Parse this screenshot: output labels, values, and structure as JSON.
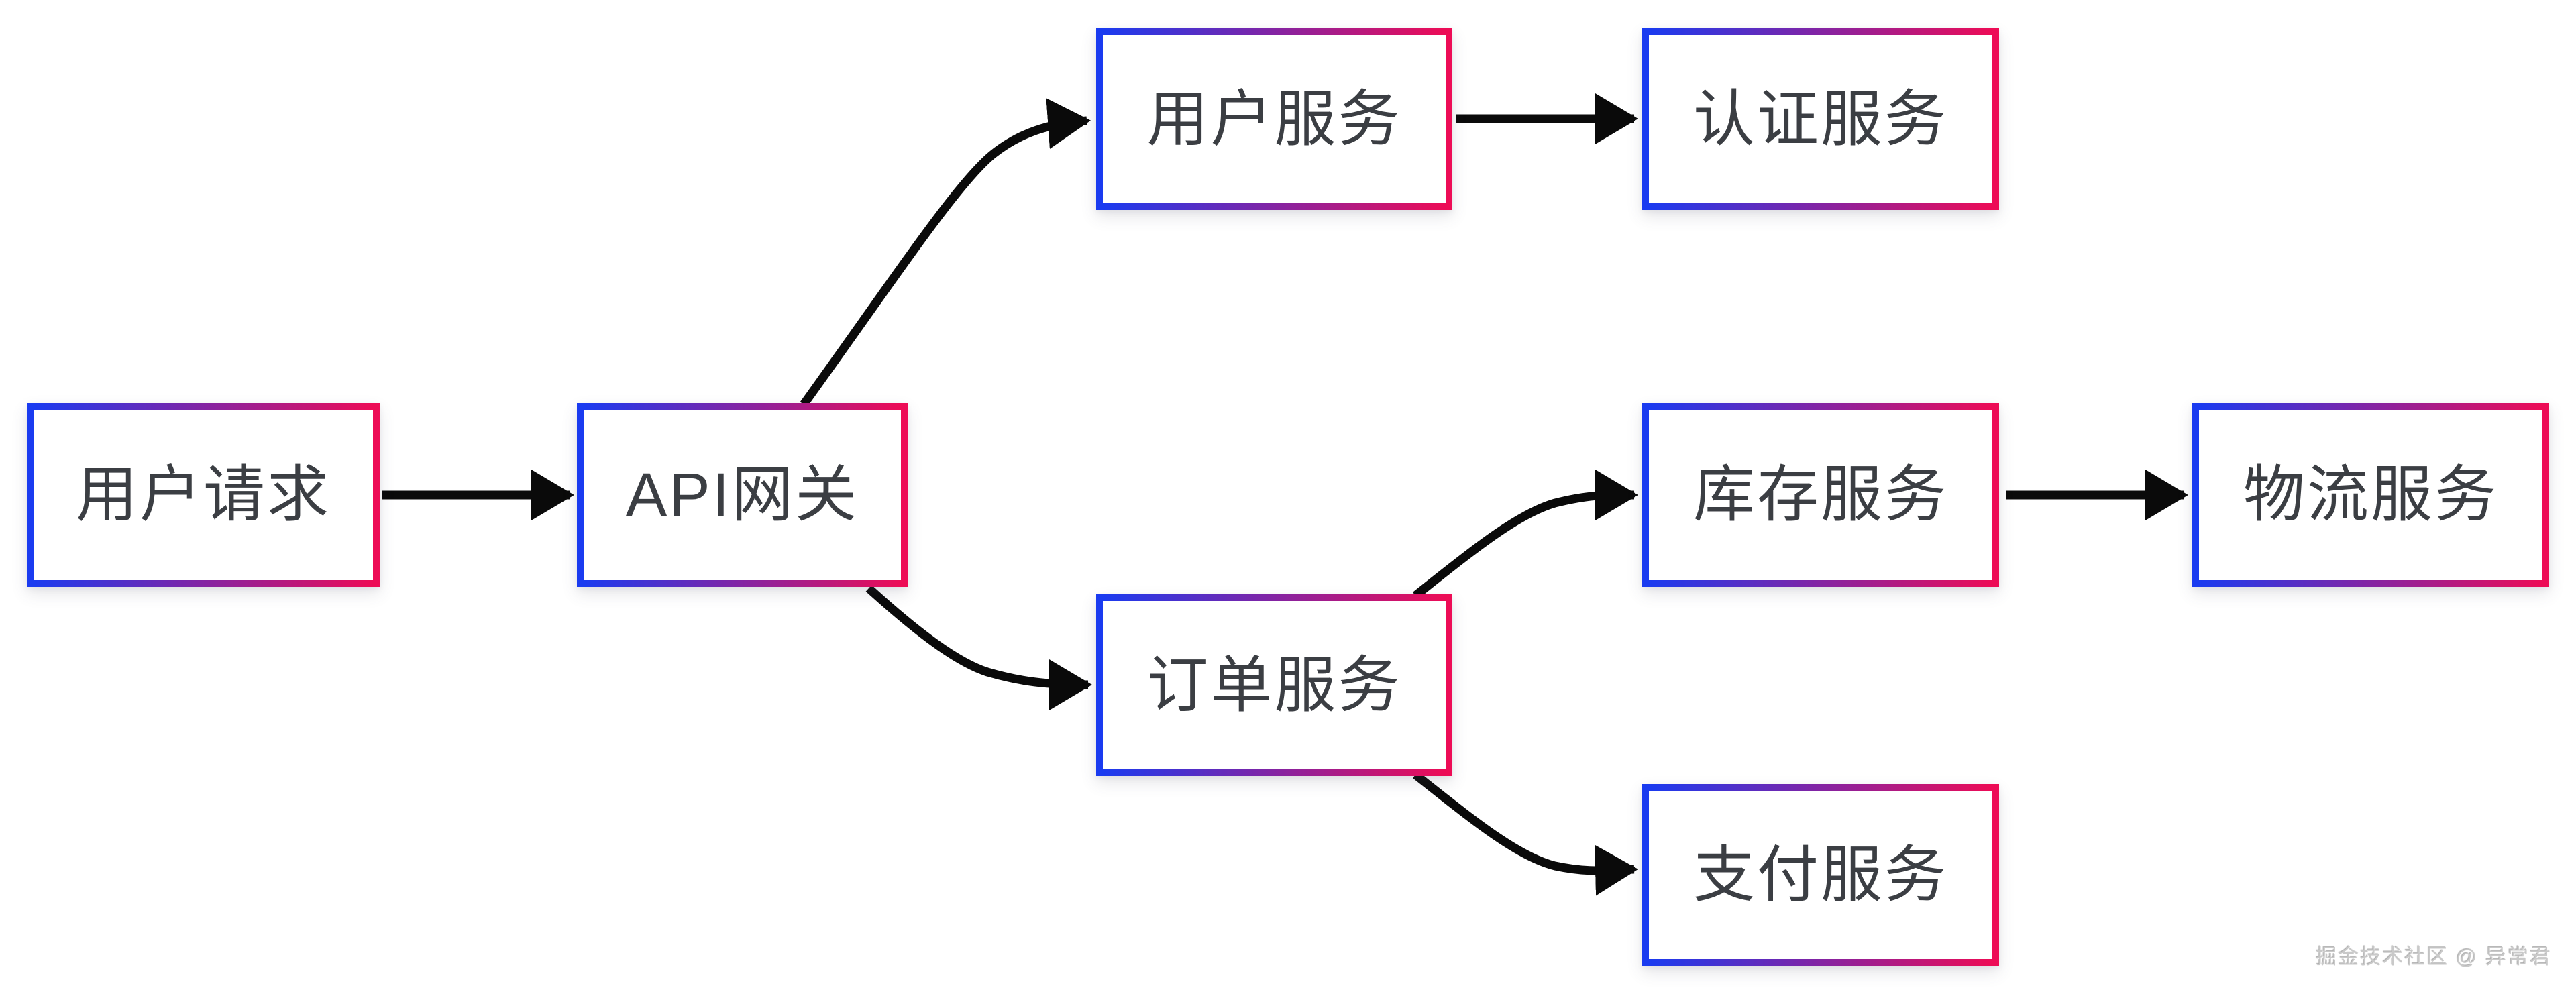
{
  "diagram": {
    "watermark": "掘金技术社区 @ 异常君",
    "colors": {
      "border_gradient_start": "#1a3bf0",
      "border_gradient_end": "#ed0c56",
      "arrow": "#0a0a0a",
      "node_text": "#3b3e43",
      "background": "#ffffff",
      "watermark_text": "#c9c9c9"
    },
    "nodes": [
      {
        "id": "user-request",
        "label": "用户请求"
      },
      {
        "id": "api-gateway",
        "label": "API网关"
      },
      {
        "id": "user-service",
        "label": "用户服务"
      },
      {
        "id": "auth-service",
        "label": "认证服务"
      },
      {
        "id": "order-service",
        "label": "订单服务"
      },
      {
        "id": "inventory-service",
        "label": "库存服务"
      },
      {
        "id": "logistics-service",
        "label": "物流服务"
      },
      {
        "id": "payment-service",
        "label": "支付服务"
      }
    ],
    "edges": [
      {
        "from": "user-request",
        "to": "api-gateway"
      },
      {
        "from": "api-gateway",
        "to": "user-service"
      },
      {
        "from": "user-service",
        "to": "auth-service"
      },
      {
        "from": "api-gateway",
        "to": "order-service"
      },
      {
        "from": "order-service",
        "to": "inventory-service"
      },
      {
        "from": "inventory-service",
        "to": "logistics-service"
      },
      {
        "from": "order-service",
        "to": "payment-service"
      }
    ]
  }
}
